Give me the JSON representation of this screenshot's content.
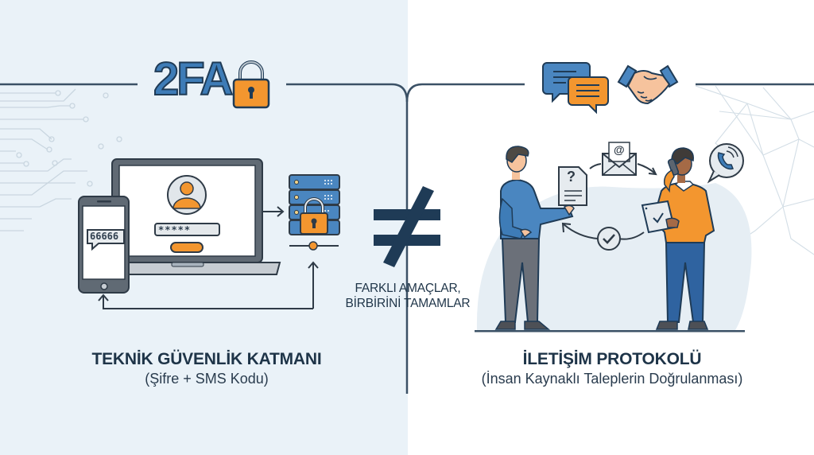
{
  "left_panel": {
    "badge": "2FA",
    "phone": {
      "sms_code": "66666"
    },
    "laptop": {
      "password_mask": "*****"
    },
    "title": "TEKNİK GÜVENLİK KATMANI",
    "subtitle": "(Şifre + SMS Kodu)"
  },
  "center": {
    "symbol": "≠",
    "note_line1": "FARKLI AMAÇLAR,",
    "note_line2": "BİRBİRİNİ TAMAMLAR"
  },
  "right_panel": {
    "document_symbol": "?",
    "email_symbol": "@",
    "title": "İLETİŞİM PROTOKOLÜ",
    "subtitle": "(İnsan Kaynaklı Taleplerin Doğrulanması)"
  },
  "colors": {
    "navy": "#1f3b56",
    "blue": "#3e7cb7",
    "orange": "#f3962f",
    "gray": "#5c6570",
    "left_bg": "#eaf2f8",
    "right_bg": "#ffffff"
  }
}
